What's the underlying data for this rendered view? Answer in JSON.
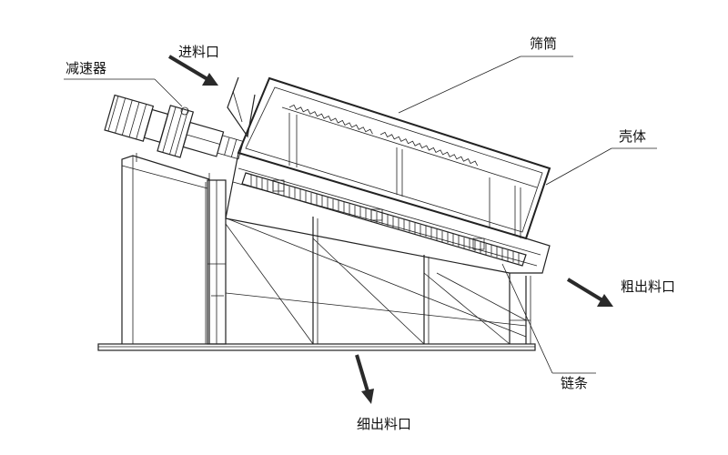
{
  "labels": {
    "reducer": "减速器",
    "feed_inlet": "进料口",
    "screen_drum": "筛筒",
    "housing": "壳体",
    "coarse_outlet": "粗出料口",
    "chain": "链条",
    "fine_outlet": "细出料口"
  },
  "colors": {
    "line": "#222222",
    "arrow": "#2a2a2a",
    "background": "#ffffff"
  }
}
